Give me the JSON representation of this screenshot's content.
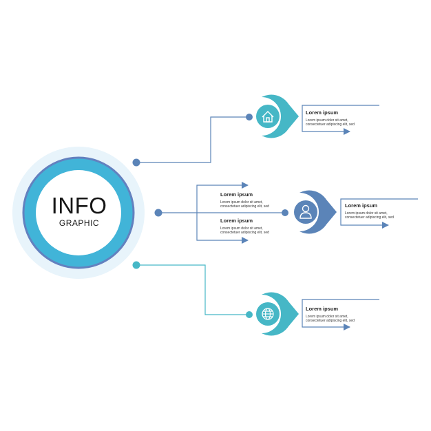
{
  "center": {
    "title": "INFO",
    "subtitle": "GRAPHIC"
  },
  "items": [
    {
      "heading": "Lorem ipsum",
      "line1": "Lorem ipsum dolor sit amet,",
      "line2": "consectetuer adipiscing elit, sed",
      "icon": "house-icon",
      "color": "#46b7c6"
    },
    {
      "heading": "Lorem ipsum",
      "line1": "Lorem ipsum dolor sit amet,",
      "line2": "consectetuer adipiscing elit, sed"
    },
    {
      "heading": "Lorem ipsum",
      "line1": "Lorem ipsum dolor sit amet,",
      "line2": "consectetuer adipiscing elit, sed"
    },
    {
      "heading": "Lorem ipsum",
      "line1": "Lorem ipsum dolor sit amet,",
      "line2": "consectetuer adipiscing elit, sed",
      "icon": "user-icon",
      "color": "#5b84b8"
    },
    {
      "heading": "Lorem ipsum",
      "line1": "Lorem ipsum dolor sit amet,",
      "line2": "consectetuer adipiscing elit, sed",
      "icon": "globe-icon",
      "color": "#46b7c6"
    }
  ],
  "colors": {
    "teal": "#46b7c6",
    "blue": "#5b84b8",
    "light_ring": "#e6f3fb",
    "circle_fill": "#41b4d8",
    "circle_border": "#6381bf"
  }
}
